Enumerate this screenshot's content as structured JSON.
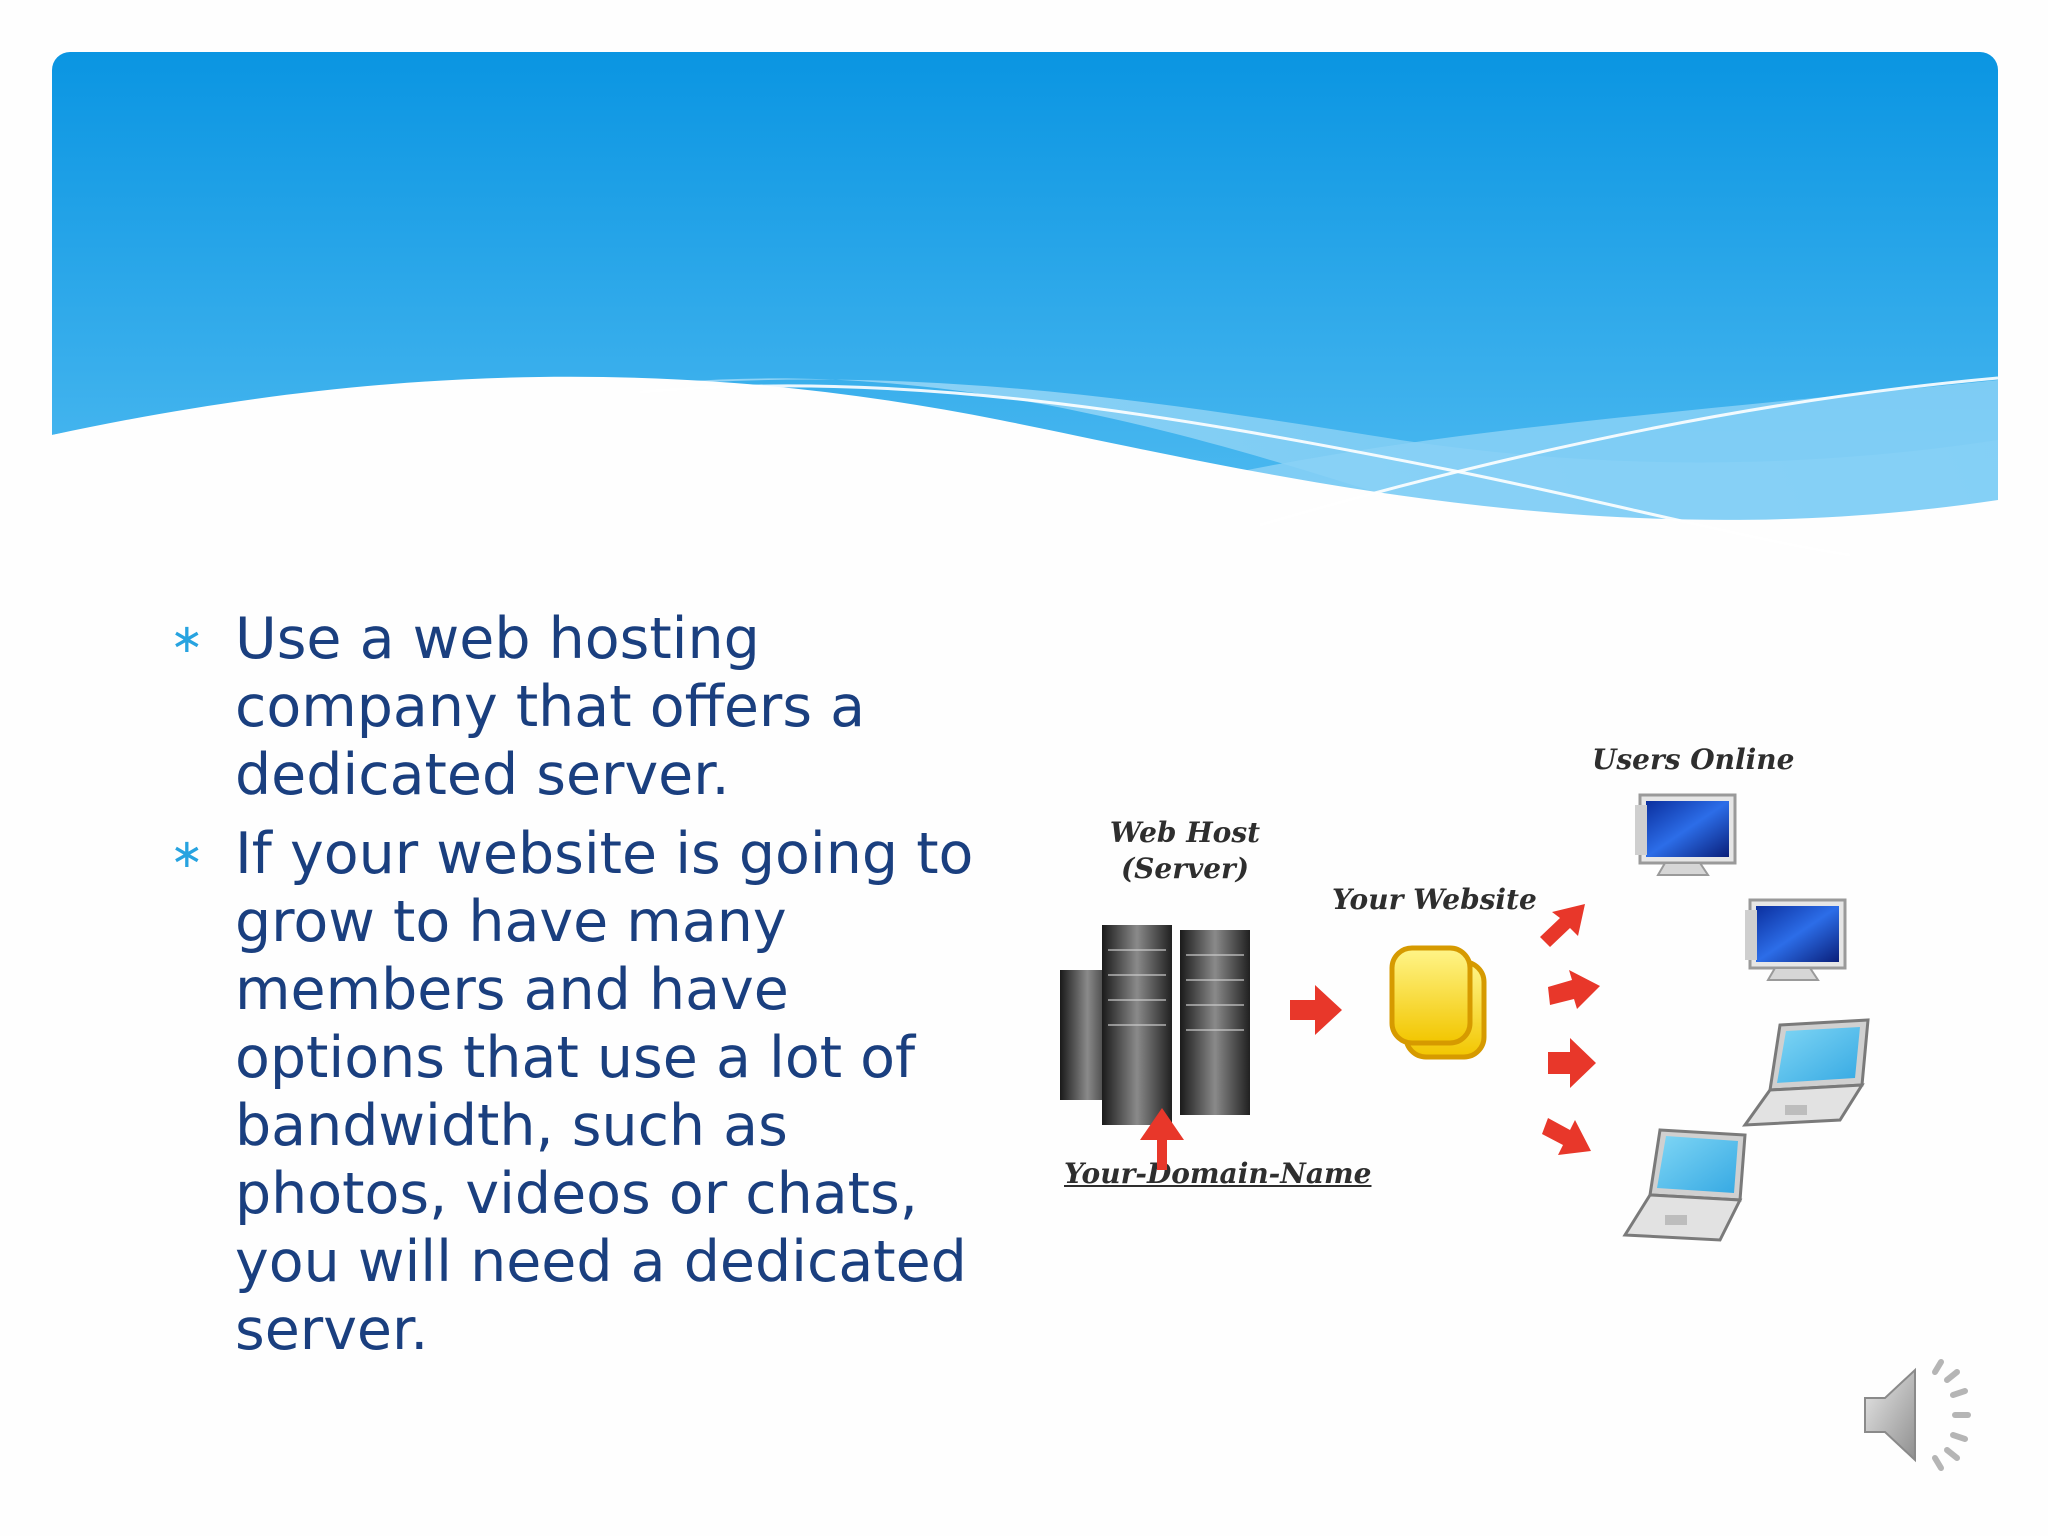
{
  "slide": {
    "bullets": [
      "Use a web hosting company that offers a dedicated server.",
      "If your website is going to grow to have many members and have options that use a lot of bandwidth, such as photos, videos or chats, you will need a dedicated server."
    ],
    "bullet_marker": "∗"
  },
  "diagram": {
    "web_host_line1": "Web Host",
    "web_host_line2": "(Server)",
    "your_website": "Your Website",
    "users_online": "Users Online",
    "domain_name": "Your-Domain-Name"
  },
  "colors": {
    "banner_top": "#0a95e2",
    "banner_bottom": "#3fb2ef",
    "text": "#1a3f7f",
    "bullet": "#27a3e0",
    "arrow": "#e8372a"
  },
  "icons": {
    "bullet": "asterisk-icon",
    "server": "server-rack-icon",
    "website": "documents-icon",
    "monitor": "desktop-computer-icon",
    "laptop": "laptop-icon",
    "audio": "speaker-icon"
  }
}
